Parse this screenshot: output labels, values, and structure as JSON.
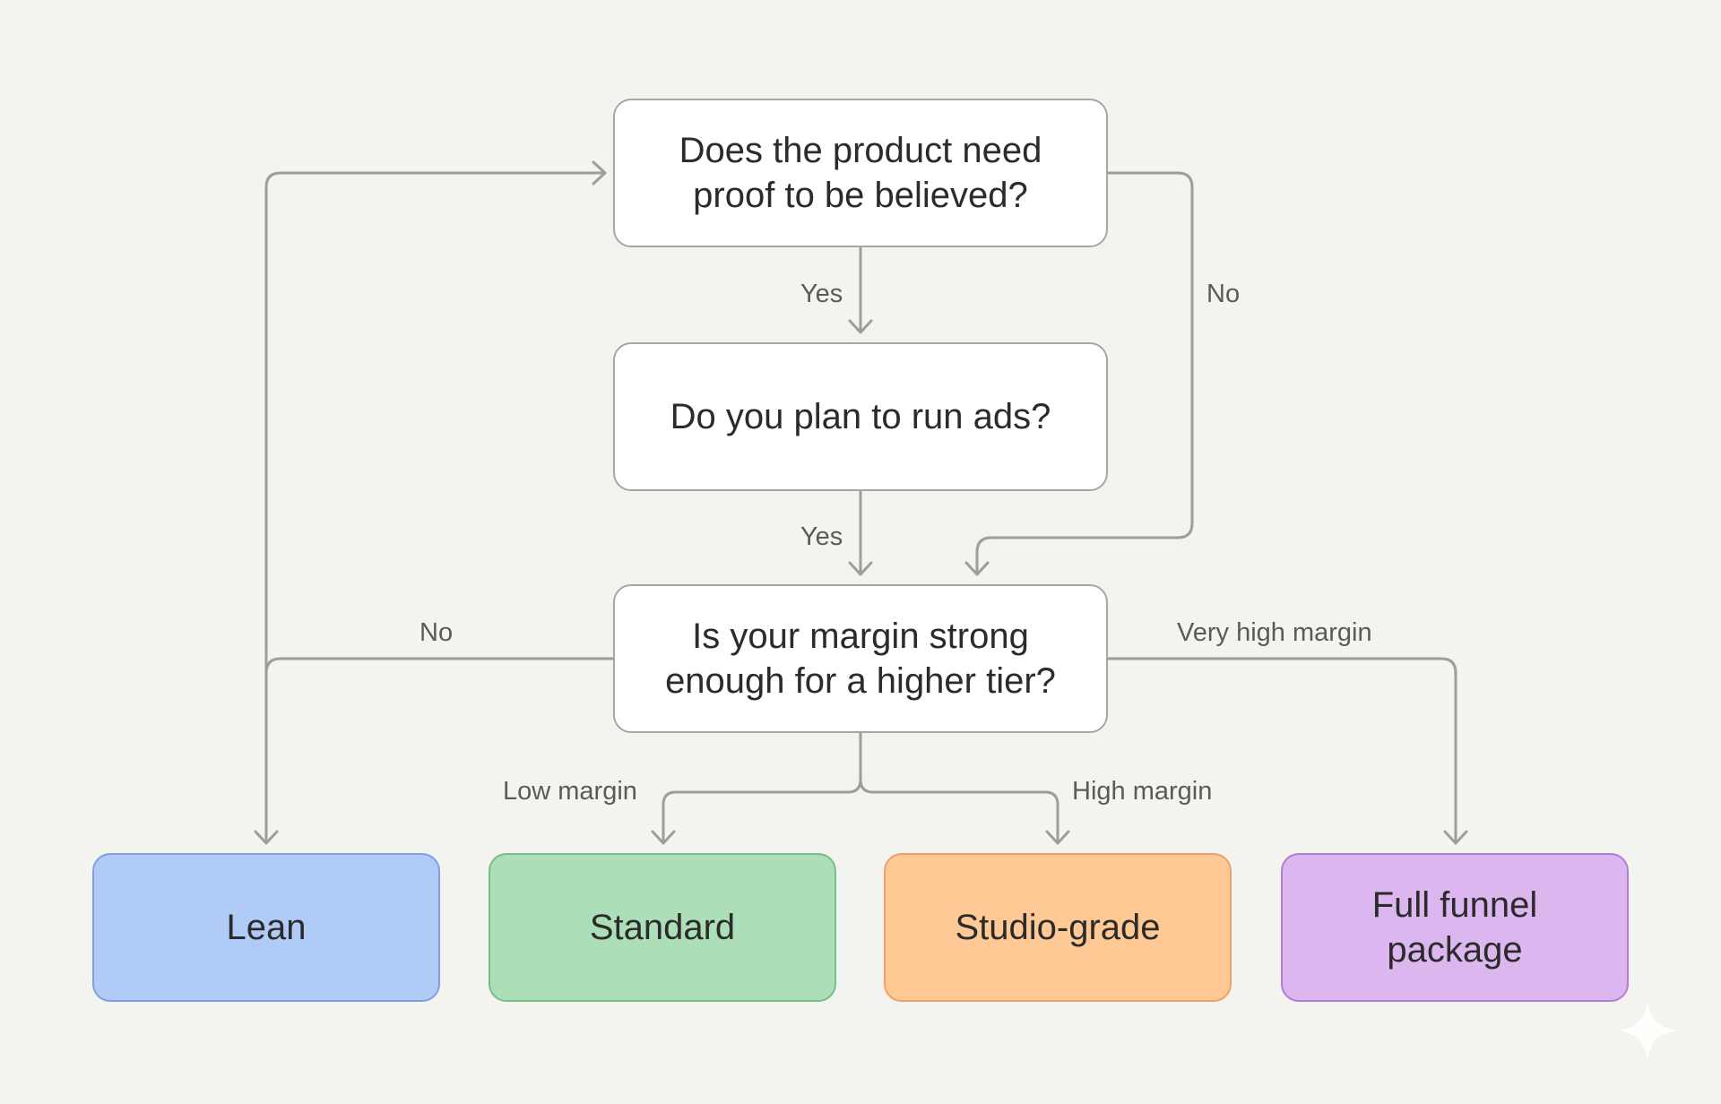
{
  "nodes": {
    "q1": "Does the product need\nproof to be believed?",
    "q2": "Do you plan to run ads?",
    "q3": "Is your margin strong\nenough for a higher tier?",
    "lean": "Lean",
    "standard": "Standard",
    "studio": "Studio-grade",
    "full": "Full funnel\npackage"
  },
  "edges": {
    "q1_yes": "Yes",
    "q1_no": "No",
    "q2_yes": "Yes",
    "q3_no": "No",
    "q3_very_high": "Very high margin",
    "q3_low": "Low margin",
    "q3_high": "High margin"
  },
  "colors": {
    "lean": {
      "fill": "#b1cbf7",
      "border": "#7f9fe0"
    },
    "standard": {
      "fill": "#acdfb8",
      "border": "#77bf8a"
    },
    "studio": {
      "fill": "#fec995",
      "border": "#eda06a"
    },
    "full": {
      "fill": "#dcb7ef",
      "border": "#b27ccf"
    },
    "connector": "#9d9d9d"
  },
  "icons": {
    "watermark": "sparkle-icon"
  }
}
